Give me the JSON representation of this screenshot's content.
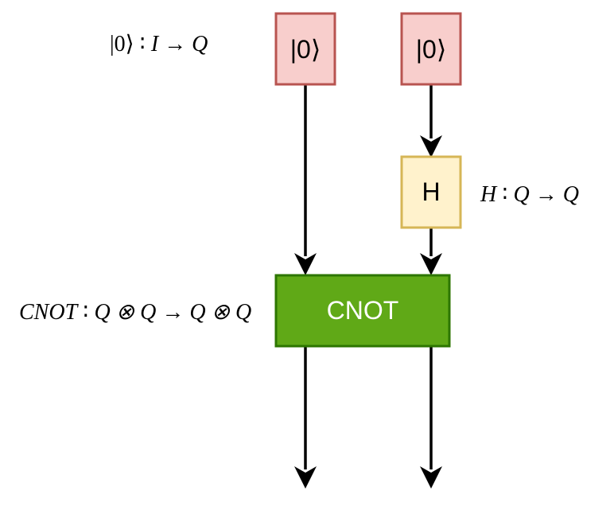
{
  "boxes": {
    "ket_left": {
      "label": "|0⟩",
      "fill": "#f8cecc",
      "stroke": "#b85450"
    },
    "ket_right": {
      "label": "|0⟩",
      "fill": "#f8cecc",
      "stroke": "#b85450"
    },
    "hadamard": {
      "label": "H",
      "fill": "#fff2cc",
      "stroke": "#d6b656"
    },
    "cnot": {
      "label": "CNOT",
      "fill": "#60a917",
      "stroke": "#2d7600",
      "text_color": "#ffffff"
    }
  },
  "annotations": {
    "ket_type": {
      "ket": "|0⟩",
      "sep": " ∶ ",
      "domain": "I",
      "arrow": " → ",
      "codomain": "Q"
    },
    "h_type": {
      "name": "H",
      "sep": " ∶ ",
      "domain": "Q",
      "arrow": " → ",
      "codomain": "Q"
    },
    "cnot_type": {
      "name": "CNOT",
      "sep": " ∶ ",
      "domain": "Q ⊗ Q",
      "arrow": " → ",
      "codomain": "Q ⊗ Q"
    }
  },
  "arrow_color": "#000000"
}
